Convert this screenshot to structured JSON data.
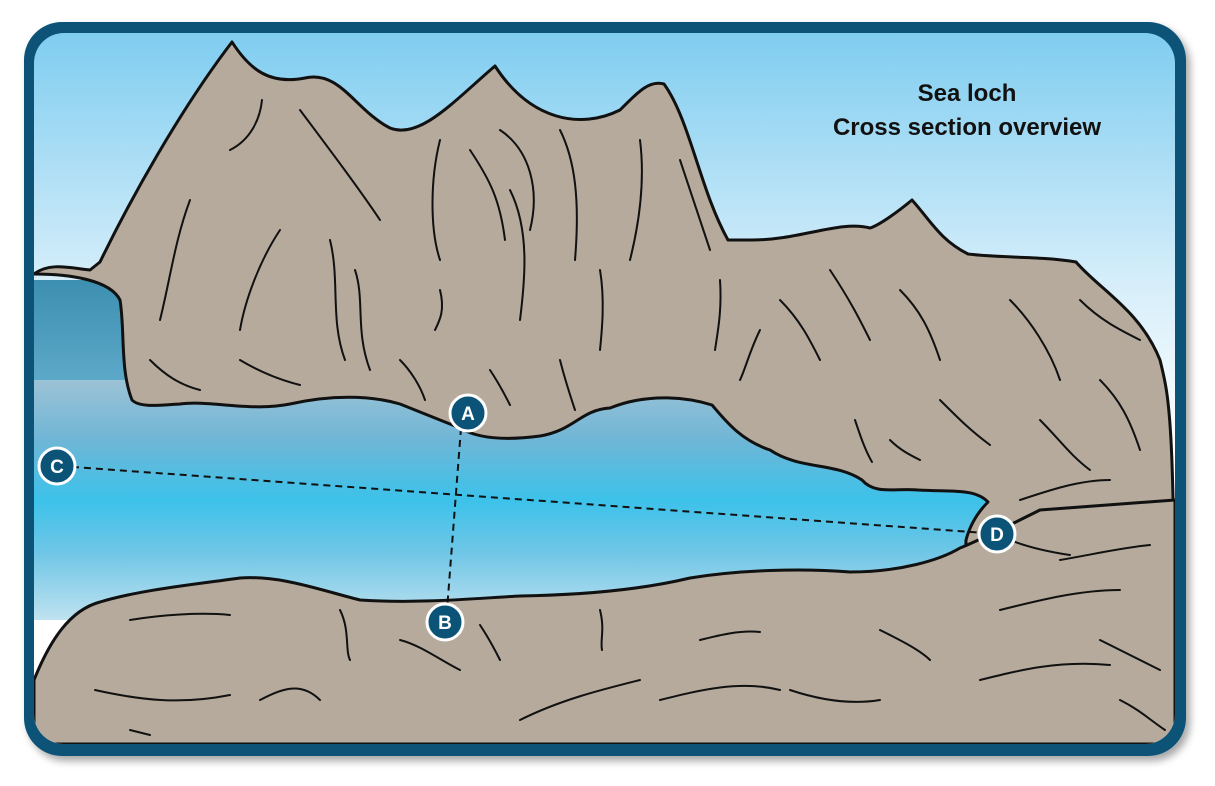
{
  "title": {
    "line1": "Sea loch",
    "line2": "Cross section overview"
  },
  "markers": [
    {
      "id": "A",
      "label": "A"
    },
    {
      "id": "B",
      "label": "B"
    },
    {
      "id": "C",
      "label": "C"
    },
    {
      "id": "D",
      "label": "D"
    }
  ],
  "colors": {
    "frame": "#0c5378",
    "rock": "#b5aa9c",
    "outline": "#111111",
    "water_mid": "#3cc2ea",
    "water_edge": "#8fbfd6",
    "sky_top": "#7fcdf0",
    "sky_bottom": "#ffffff",
    "marker_fill": "#0c5378"
  }
}
